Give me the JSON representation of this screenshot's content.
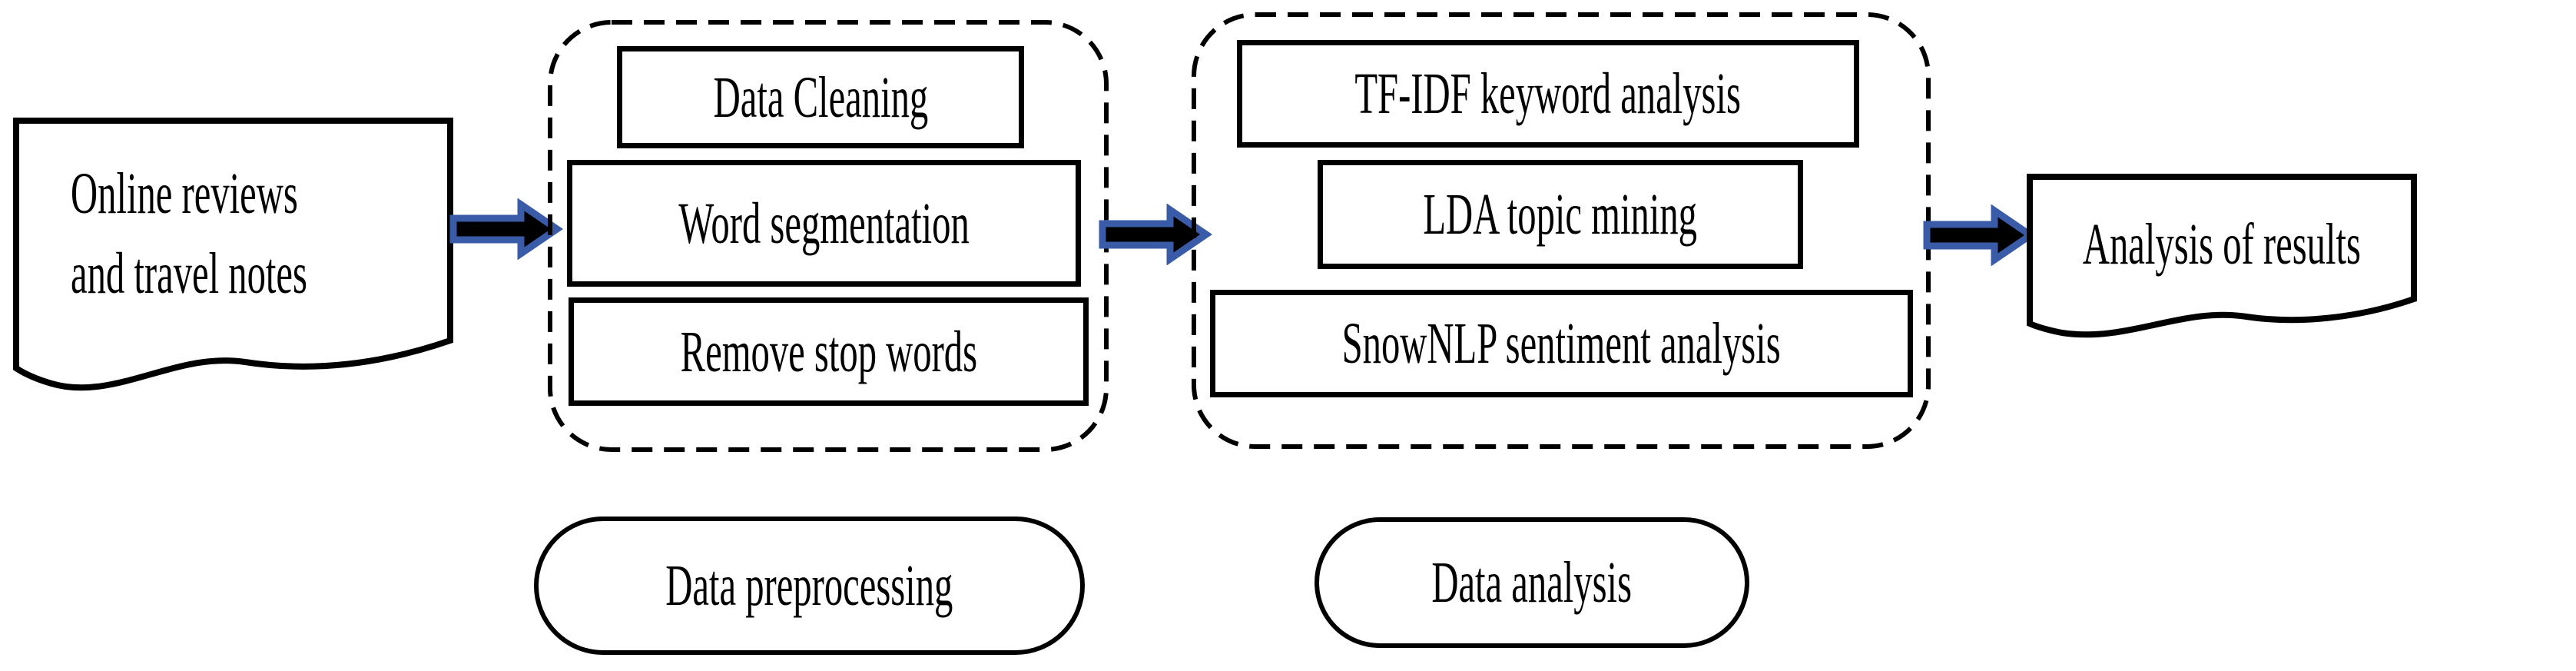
{
  "diagram": {
    "source_node": {
      "lines": [
        "Online reviews",
        "and travel notes"
      ]
    },
    "preprocessing_group": {
      "steps": [
        "Data Cleaning",
        "Word segmentation",
        "Remove stop words"
      ],
      "label": "Data preprocessing"
    },
    "analysis_group": {
      "steps": [
        "TF-IDF keyword analysis",
        "LDA topic mining",
        "SnowNLP sentiment analysis"
      ],
      "label": "Data analysis"
    },
    "result_node": {
      "label": "Analysis of results"
    },
    "colors": {
      "arrow_outline": "#3a5ca8",
      "arrow_fill": "#000000",
      "shape_border": "#000000",
      "background": "#ffffff"
    }
  }
}
